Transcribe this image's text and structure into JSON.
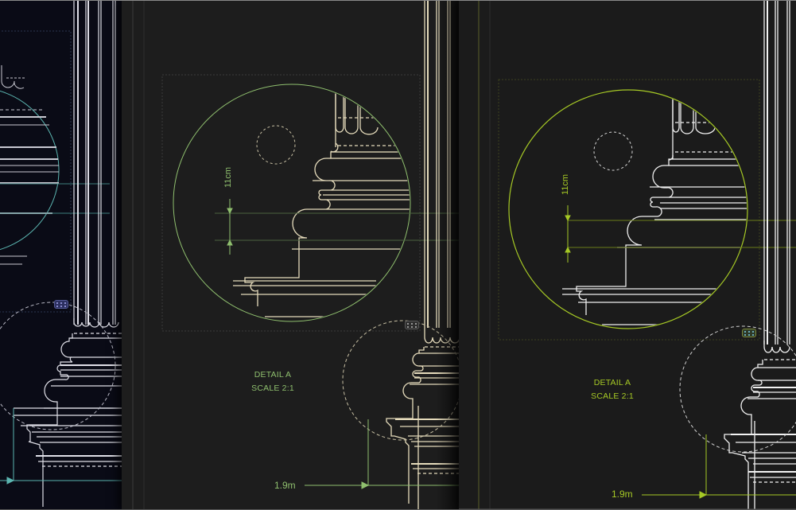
{
  "drawing": {
    "subject": "Column base elevation",
    "panels": [
      {
        "id": "panel-1",
        "theme": "blueprint-dark",
        "background": "#0a0b16",
        "line_color": "#d8d8e0",
        "accent_color": "#5bb5b0",
        "widget_color": "#3a3f7a"
      },
      {
        "id": "panel-2",
        "theme": "cream-on-charcoal",
        "background": "#1d1d1d",
        "line_color": "#e6dcbc",
        "accent_color": "#8fbf6e",
        "detail_label": "DETAIL A",
        "scale_label": "SCALE 2:1",
        "height_dimension": "11cm",
        "width_dimension": "1.9m"
      },
      {
        "id": "panel-3",
        "theme": "white-on-charcoal",
        "background": "#1b1b1b",
        "line_color": "#f2f2f2",
        "accent_color": "#a6c925",
        "detail_label": "DETAIL A",
        "scale_label": "SCALE 2:1",
        "height_dimension": "11cm",
        "width_dimension": "1.9m"
      }
    ]
  }
}
